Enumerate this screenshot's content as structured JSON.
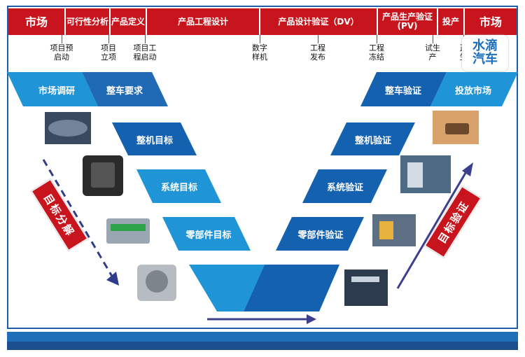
{
  "phases": [
    {
      "label": "市场"
    },
    {
      "label": "可行性分析"
    },
    {
      "label": "产品定义"
    },
    {
      "label": "产品工程设计"
    },
    {
      "label": "产品设计验证（DV）"
    },
    {
      "label": "产品生产验证\n(PV)"
    },
    {
      "label": "投产"
    },
    {
      "label": "市场"
    }
  ],
  "milestones": [
    {
      "label": "项目预\n启动"
    },
    {
      "label": "项目\n立项"
    },
    {
      "label": "项目工\n程启动"
    },
    {
      "label": "数字\n样机"
    },
    {
      "label": "工程\n发布"
    },
    {
      "label": "工程\n冻结"
    },
    {
      "label": "试生\n产"
    },
    {
      "label": "正\n生"
    }
  ],
  "left_steps": {
    "market_research": "市场调研",
    "vehicle_requirements": "整车要求",
    "machine_target": "整机目标",
    "system_target": "系统目标",
    "parts_target": "零部件目标"
  },
  "right_steps": {
    "vehicle_validation": "整车验证",
    "launch_market": "投放市场",
    "machine_validation": "整机验证",
    "system_validation": "系统验证",
    "parts_validation": "零部件验证"
  },
  "badges": {
    "left": "目标分解",
    "right": "目标验证"
  },
  "logo": {
    "line1": "水滴",
    "line2": "汽车"
  },
  "colors": {
    "phase_red": "#c8151d",
    "dark_blue": "#1461b0",
    "light_blue": "#1f95d8",
    "arrow_navy": "#3b3f8c"
  }
}
